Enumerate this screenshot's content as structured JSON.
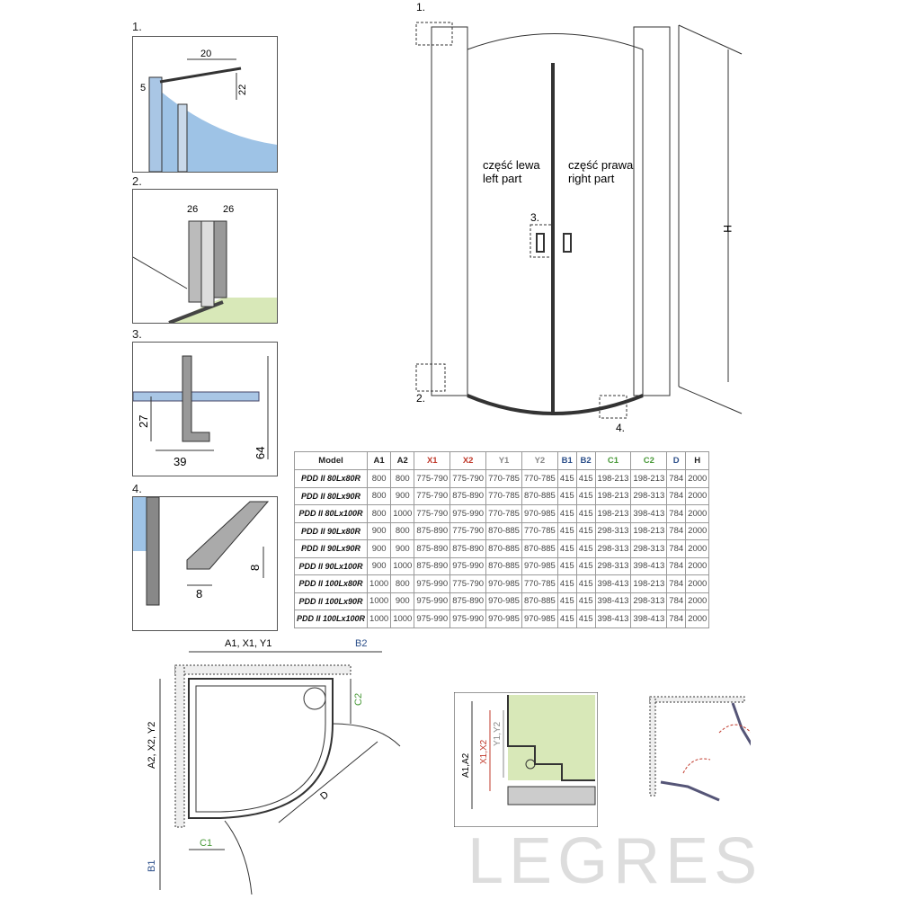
{
  "detail_labels": {
    "d1": "1.",
    "d2": "2.",
    "d3": "3.",
    "d4": "4."
  },
  "detail1": {
    "dim_a": "20",
    "dim_b": "5",
    "dim_c": "22"
  },
  "detail2": {
    "dim_a": "26",
    "dim_b": "26"
  },
  "detail3": {
    "dim_a": "27",
    "dim_b": "39",
    "dim_c": "64"
  },
  "detail4": {
    "dim_a": "8",
    "dim_b": "8"
  },
  "front_view": {
    "left_pl": "część lewa",
    "left_en": "left part",
    "right_pl": "część prawa",
    "right_en": "right part",
    "height": "H",
    "marker1": "1.",
    "marker2": "2.",
    "marker3": "3.",
    "marker4": "4."
  },
  "watermark": "LEGRES",
  "table": {
    "headers": [
      "Model",
      "A1",
      "A2",
      "X1",
      "X2",
      "Y1",
      "Y2",
      "B1",
      "B2",
      "C1",
      "C2",
      "D",
      "H"
    ],
    "header_colors": [
      "#222",
      "#222",
      "#222",
      "#c0392b",
      "#c0392b",
      "#888",
      "#888",
      "#2c4f8a",
      "#2c4f8a",
      "#4a9a3a",
      "#4a9a3a",
      "#2c4f8a",
      "#222"
    ],
    "rows": [
      [
        "PDD II 80Lx80R",
        "800",
        "800",
        "775-790",
        "775-790",
        "770-785",
        "770-785",
        "415",
        "415",
        "198-213",
        "198-213",
        "784",
        "2000"
      ],
      [
        "PDD II 80Lx90R",
        "800",
        "900",
        "775-790",
        "875-890",
        "770-785",
        "870-885",
        "415",
        "415",
        "198-213",
        "298-313",
        "784",
        "2000"
      ],
      [
        "PDD II 80Lx100R",
        "800",
        "1000",
        "775-790",
        "975-990",
        "770-785",
        "970-985",
        "415",
        "415",
        "198-213",
        "398-413",
        "784",
        "2000"
      ],
      [
        "PDD II 90Lx80R",
        "900",
        "800",
        "875-890",
        "775-790",
        "870-885",
        "770-785",
        "415",
        "415",
        "298-313",
        "198-213",
        "784",
        "2000"
      ],
      [
        "PDD II 90Lx90R",
        "900",
        "900",
        "875-890",
        "875-890",
        "870-885",
        "870-885",
        "415",
        "415",
        "298-313",
        "298-313",
        "784",
        "2000"
      ],
      [
        "PDD II 90Lx100R",
        "900",
        "1000",
        "875-890",
        "975-990",
        "870-885",
        "970-985",
        "415",
        "415",
        "298-313",
        "398-413",
        "784",
        "2000"
      ],
      [
        "PDD II 100Lx80R",
        "1000",
        "800",
        "975-990",
        "775-790",
        "970-985",
        "770-785",
        "415",
        "415",
        "398-413",
        "198-213",
        "784",
        "2000"
      ],
      [
        "PDD II 100Lx90R",
        "1000",
        "900",
        "975-990",
        "875-890",
        "970-985",
        "870-885",
        "415",
        "415",
        "398-413",
        "298-313",
        "784",
        "2000"
      ],
      [
        "PDD II 100Lx100R",
        "1000",
        "1000",
        "975-990",
        "975-990",
        "970-985",
        "970-985",
        "415",
        "415",
        "398-413",
        "398-413",
        "784",
        "2000"
      ]
    ]
  },
  "plan": {
    "top": "A1, X1, Y1",
    "top_x1": "X1",
    "top_y1": "Y1",
    "b2": "B2",
    "c2": "C2",
    "left": "A2, X2, Y2",
    "d": "D",
    "c1": "C1",
    "b1": "B1"
  },
  "profile": {
    "a": "A1,A2",
    "x": "X1,X2",
    "y": "Y1,Y2"
  }
}
